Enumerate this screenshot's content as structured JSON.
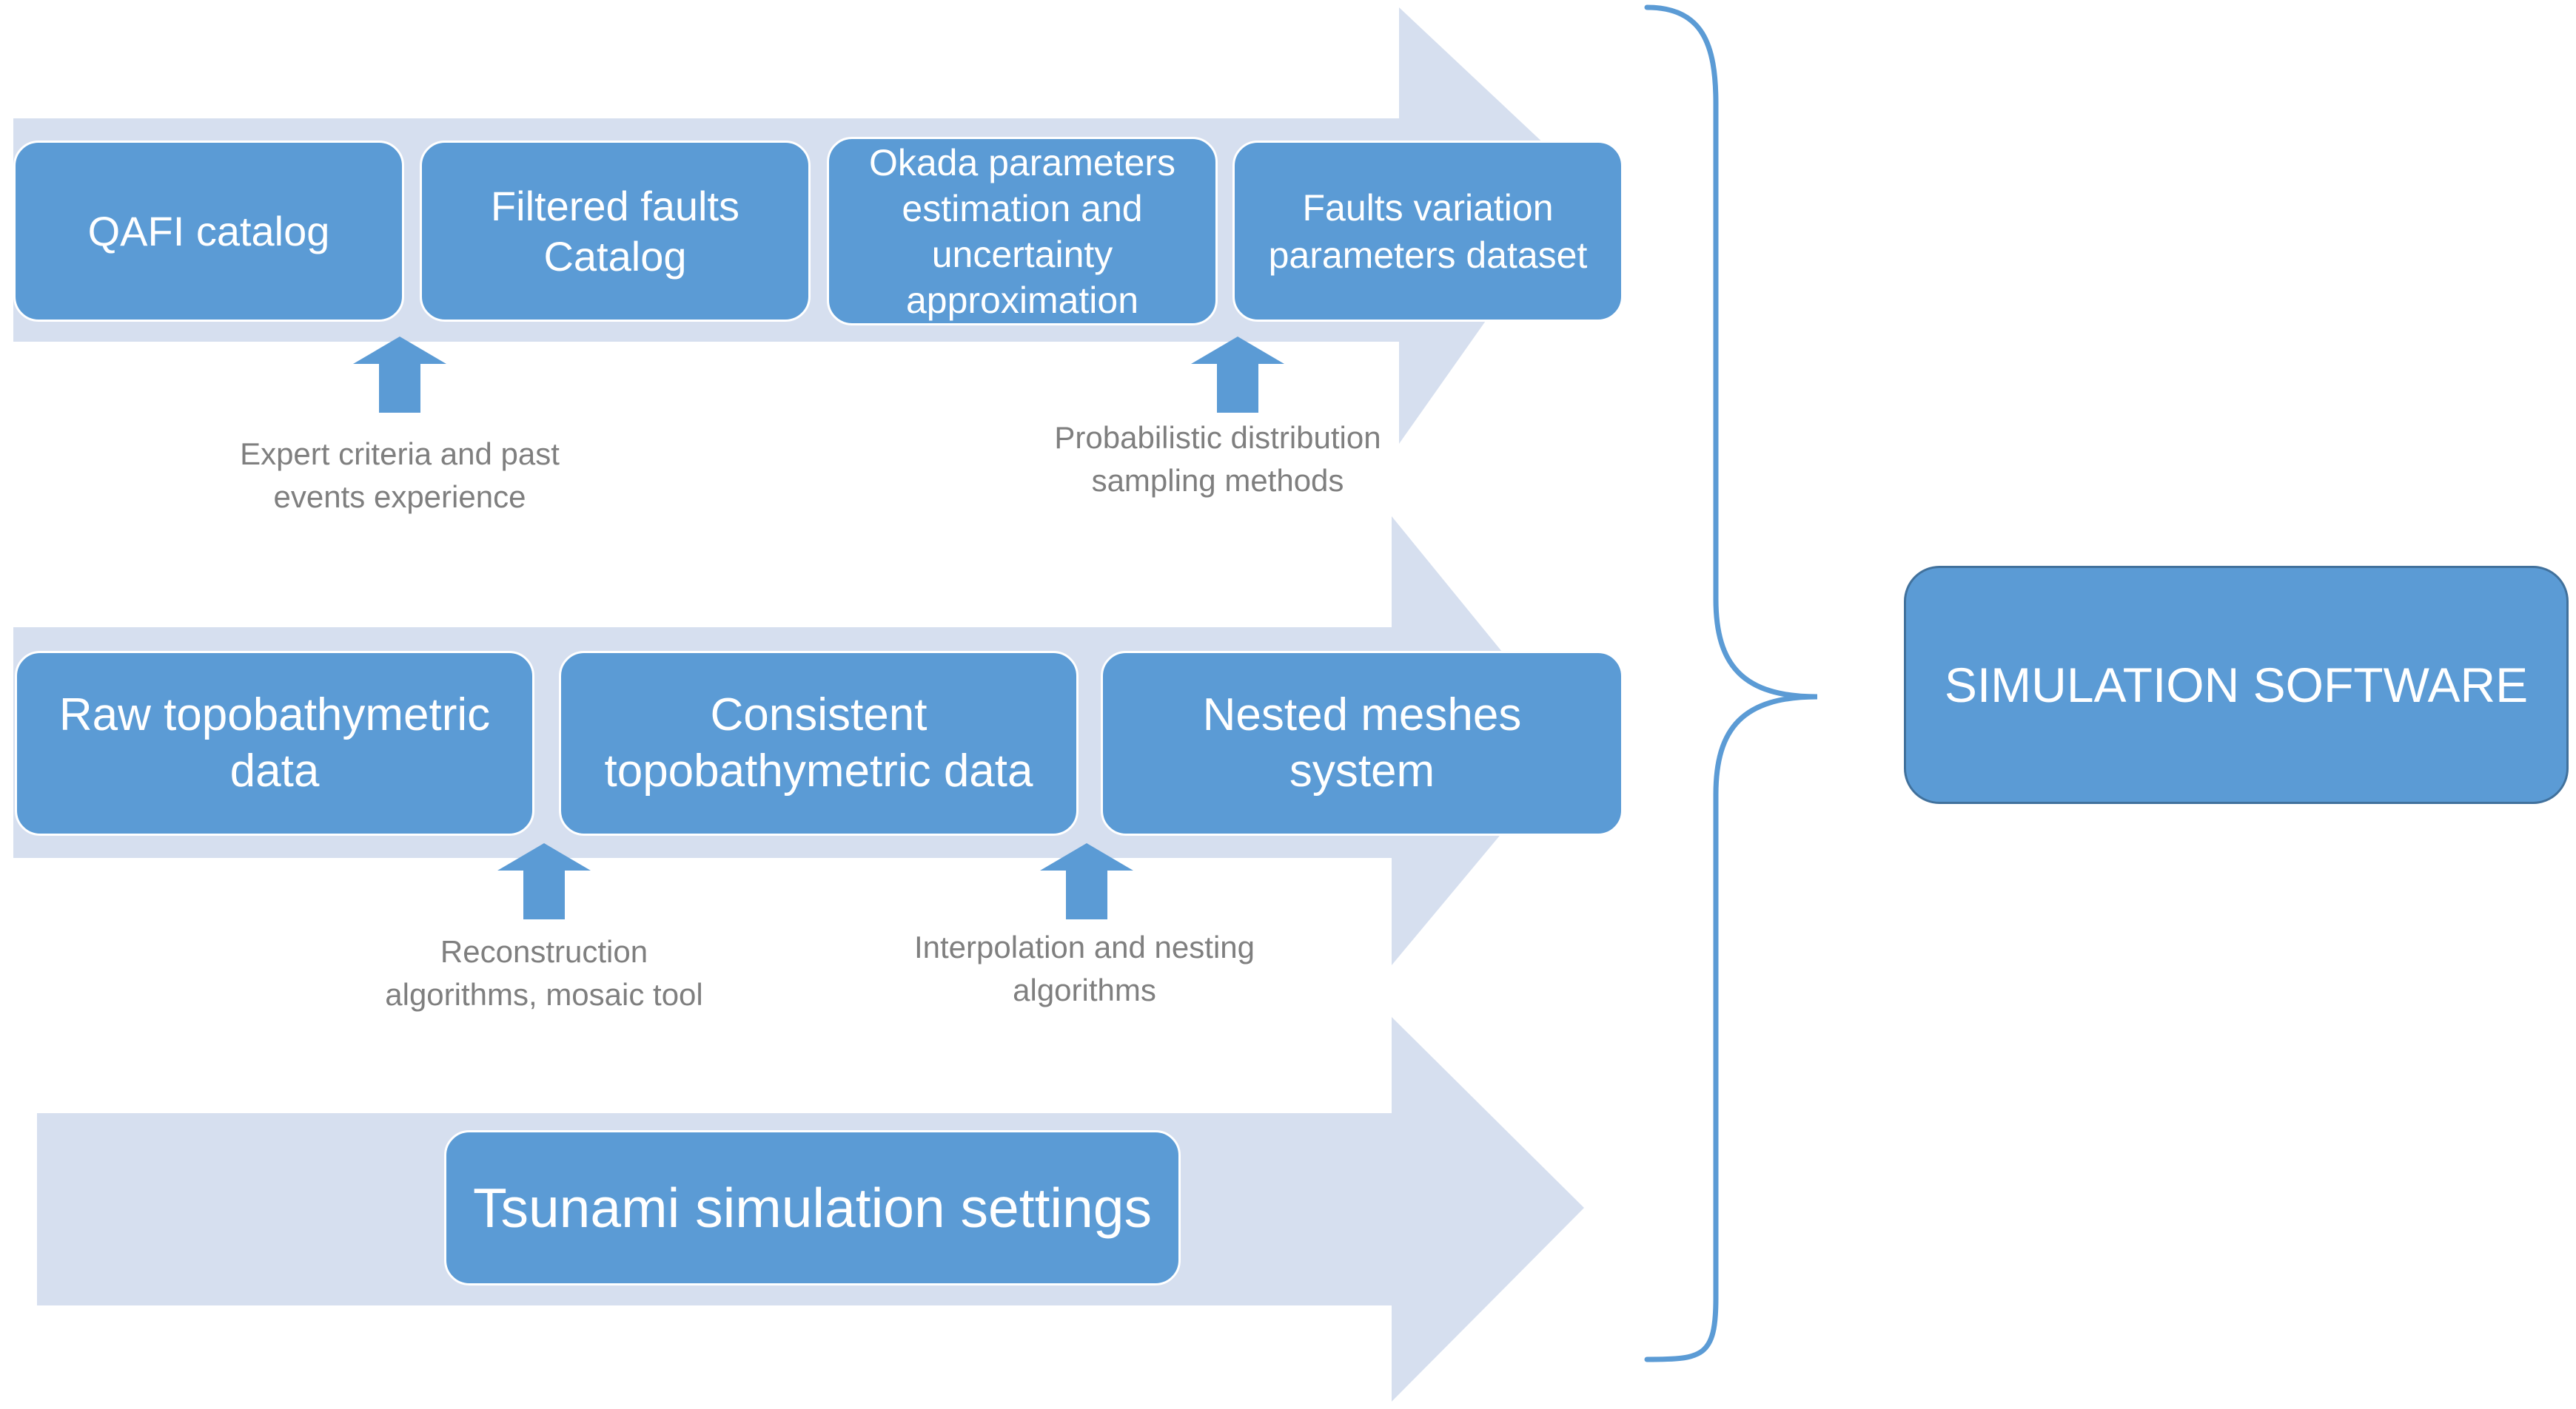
{
  "colors": {
    "band": "#d6dfef",
    "box": "#5b9bd5",
    "box_text": "#ffffff",
    "note_text": "#7f7f7f",
    "up_arrow": "#5b9bd5",
    "brace": "#5b9bd5"
  },
  "row1": {
    "boxes": [
      "QAFI catalog",
      "Filtered faults\nCatalog",
      "Okada parameters\nestimation and\nuncertainty\napproximation",
      "Faults variation\nparameters dataset"
    ],
    "notes": [
      "Expert criteria and past\nevents experience",
      "Probabilistic distribution\nsampling methods"
    ]
  },
  "row2": {
    "boxes": [
      "Raw topobathymetric\ndata",
      "Consistent\ntopobathymetric data",
      "Nested meshes\nsystem"
    ],
    "notes": [
      "Reconstruction\nalgorithms, mosaic tool",
      "Interpolation and nesting\nalgorithms"
    ]
  },
  "row3": {
    "boxes": [
      "Tsunami simulation settings"
    ]
  },
  "output": {
    "label": "SIMULATION SOFTWARE"
  }
}
